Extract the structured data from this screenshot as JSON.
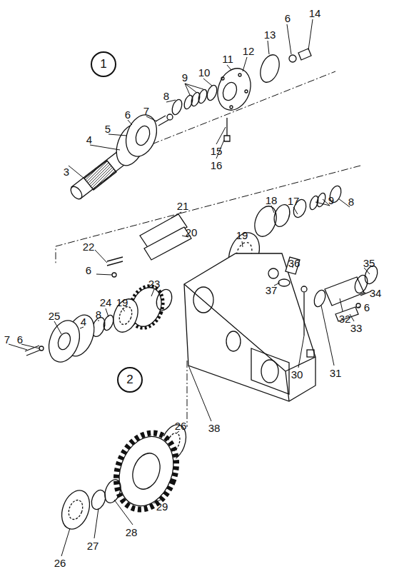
{
  "diagram": {
    "nodes": [
      {
        "text": [
          "1"
        ]
      },
      {
        "text": [
          "2"
        ]
      }
    ],
    "labels": [
      "14",
      "6",
      "13",
      "12",
      "11",
      "10",
      "9",
      "8",
      "7",
      "6",
      "5",
      "4",
      "3",
      "15",
      "16",
      "17",
      "18",
      "9",
      "8",
      "19",
      "21",
      "20",
      "22",
      "6",
      "23",
      "36",
      "37",
      "35",
      "34",
      "6",
      "33",
      "32",
      "31",
      "30",
      "24",
      "19",
      "8",
      "4",
      "25",
      "7",
      "6",
      "38",
      "26",
      "29",
      "28",
      "27",
      "26"
    ]
  }
}
